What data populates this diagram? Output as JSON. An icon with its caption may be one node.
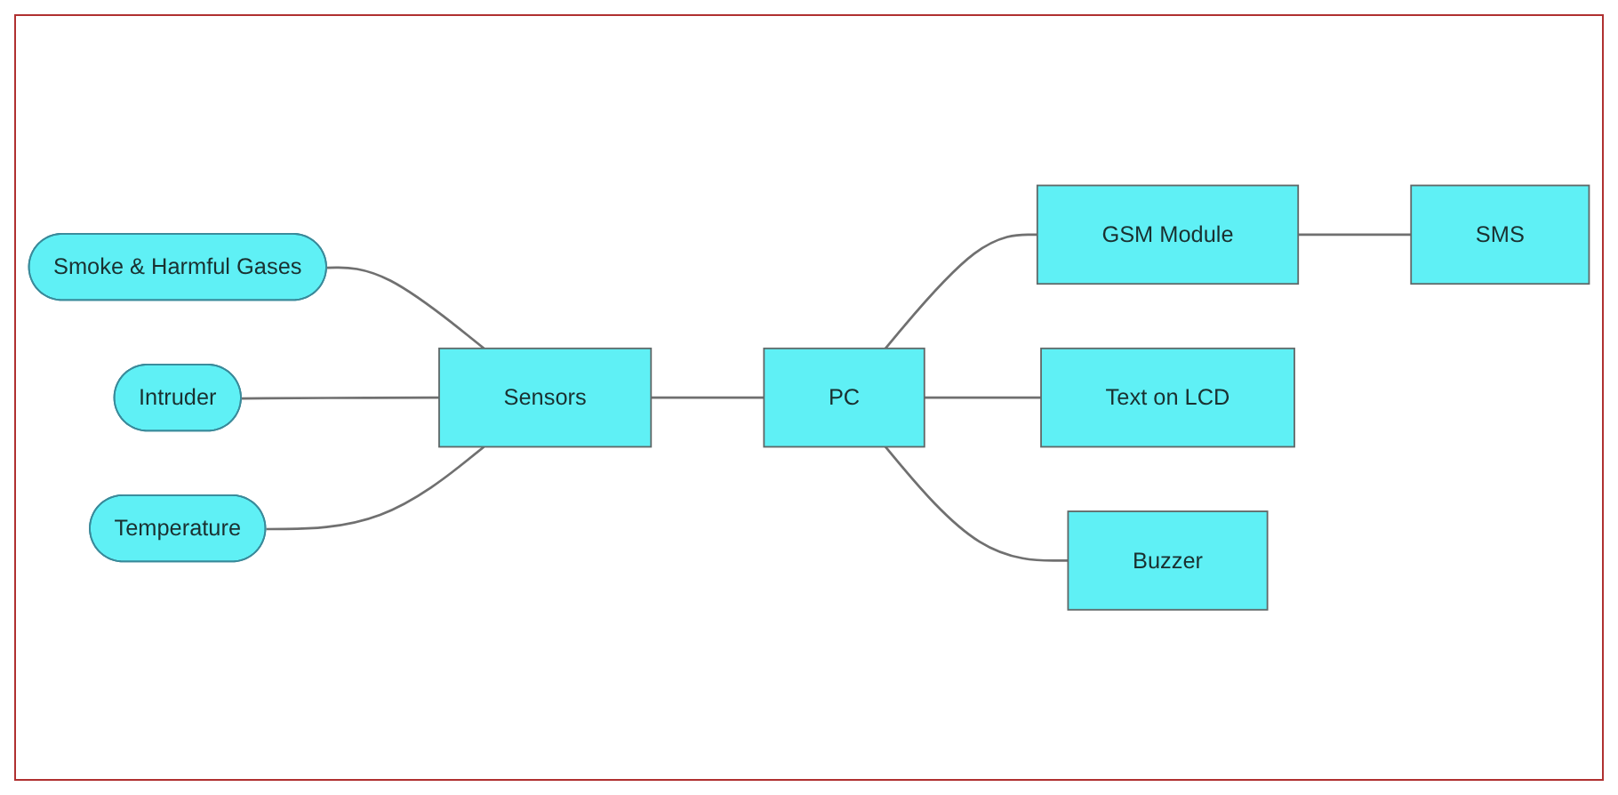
{
  "diagram": {
    "nodes": [
      {
        "text": [
          "Smoke & Harmful Gases"
        ]
      },
      {
        "text": [
          "Intruder"
        ]
      },
      {
        "text": [
          "Temperature"
        ]
      },
      {
        "text": [
          "Sensors"
        ]
      },
      {
        "text": [
          "PC"
        ]
      },
      {
        "text": [
          "GSM Module"
        ]
      },
      {
        "text": [
          "SMS"
        ]
      },
      {
        "text": [
          "Text on LCD"
        ]
      },
      {
        "text": [
          "Buzzer"
        ]
      }
    ],
    "edges": [
      {
        "from": 0,
        "to": 3,
        "arrow": "none"
      },
      {
        "from": 1,
        "to": 3,
        "arrow": "none"
      },
      {
        "from": 2,
        "to": 3,
        "arrow": "none"
      },
      {
        "from": 3,
        "to": 4,
        "arrow": "none"
      },
      {
        "from": 4,
        "to": 5,
        "arrow": "none"
      },
      {
        "from": 4,
        "to": 7,
        "arrow": "none"
      },
      {
        "from": 4,
        "to": 8,
        "arrow": "none"
      },
      {
        "from": 5,
        "to": 6,
        "arrow": "none"
      }
    ]
  }
}
